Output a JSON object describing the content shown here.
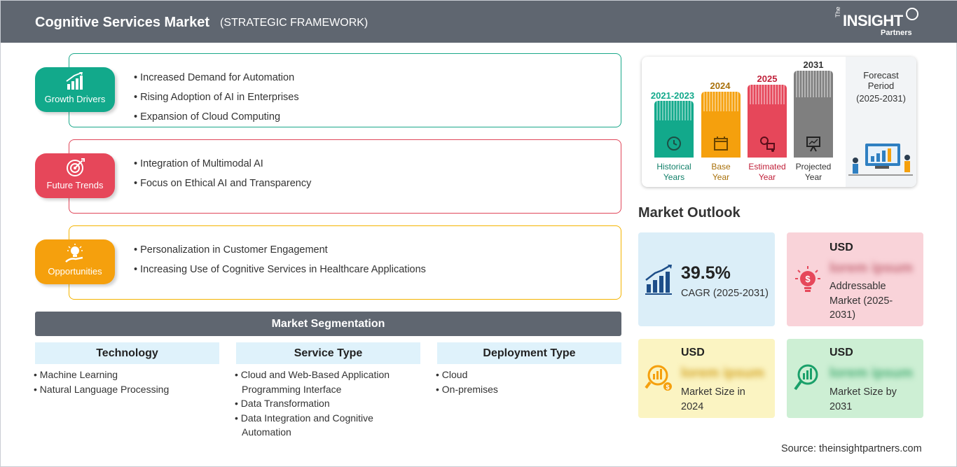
{
  "header": {
    "title": "Cognitive Services Market",
    "subtitle": "(STRATEGIC FRAMEWORK)",
    "logo": {
      "the": "The",
      "main": "INSIGHT",
      "partners": "Partners"
    }
  },
  "growth_drivers": {
    "label": "Growth Drivers",
    "icon": "bar-chart-up-icon",
    "color": "#12a98b",
    "items": [
      "Increased Demand for Automation",
      "Rising Adoption of AI in Enterprises",
      "Expansion of Cloud Computing"
    ]
  },
  "future_trends": {
    "label": "Future Trends",
    "icon": "target-icon",
    "color": "#e6475a",
    "items": [
      "Integration of Multimodal AI",
      "Focus on Ethical AI and Transparency"
    ]
  },
  "opportunities": {
    "label": "Opportunities",
    "icon": "lightbulb-hand-icon",
    "color": "#f5a00d",
    "items": [
      "Personalization in Customer Engagement",
      "Increasing Use of Cognitive Services in Healthcare Applications"
    ]
  },
  "segmentation": {
    "title": "Market Segmentation",
    "columns": [
      {
        "heading": "Technology",
        "items": [
          "Machine Learning",
          "Natural Language Processing"
        ]
      },
      {
        "heading": "Service Type",
        "items": [
          "Cloud and Web-Based Application Programming Interface",
          "Data Transformation",
          "Data Integration and Cognitive Automation"
        ]
      },
      {
        "heading": "Deployment Type",
        "items": [
          "Cloud",
          "On-premises"
        ]
      }
    ]
  },
  "timeline": {
    "bars": [
      {
        "year": "2021-2023",
        "label_1": "Historical",
        "label_2": "Years",
        "color": "#12a98b",
        "icon": "history-clock-icon"
      },
      {
        "year": "2024",
        "label_1": "Base",
        "label_2": "Year",
        "color": "#f5a00d",
        "icon": "calendar-icon"
      },
      {
        "year": "2025",
        "label_1": "Estimated",
        "label_2": "Year",
        "color": "#e6475a",
        "icon": "gears-chart-icon"
      },
      {
        "year": "2031",
        "label_1": "Projected",
        "label_2": "Year",
        "color": "#7f7f7f",
        "icon": "presentation-board-icon"
      }
    ],
    "forecast": {
      "line1": "Forecast",
      "line2": "Period",
      "line3": "(2025-2031)"
    }
  },
  "outlook": {
    "title": "Market Outlook",
    "cagr": {
      "value": "39.5%",
      "label": "CAGR (2025-2031)",
      "icon": "growth-chart-icon"
    },
    "addressable": {
      "currency": "USD",
      "value": "lorem ipsum",
      "label_1": "Addressable",
      "label_2": "Market (2025-",
      "label_3": "2031)",
      "icon": "dollar-bulb-icon"
    },
    "size_2024": {
      "currency": "USD",
      "value": "lorem ipsum",
      "label_1": "Market Size in",
      "label_2": "2024",
      "icon": "magnifier-dollar-icon"
    },
    "size_2031": {
      "currency": "USD",
      "value": "lorem ipsum",
      "label_1": "Market Size by",
      "label_2": "2031",
      "icon": "magnifier-chart-icon"
    }
  },
  "source": "Source: theinsightpartners.com"
}
